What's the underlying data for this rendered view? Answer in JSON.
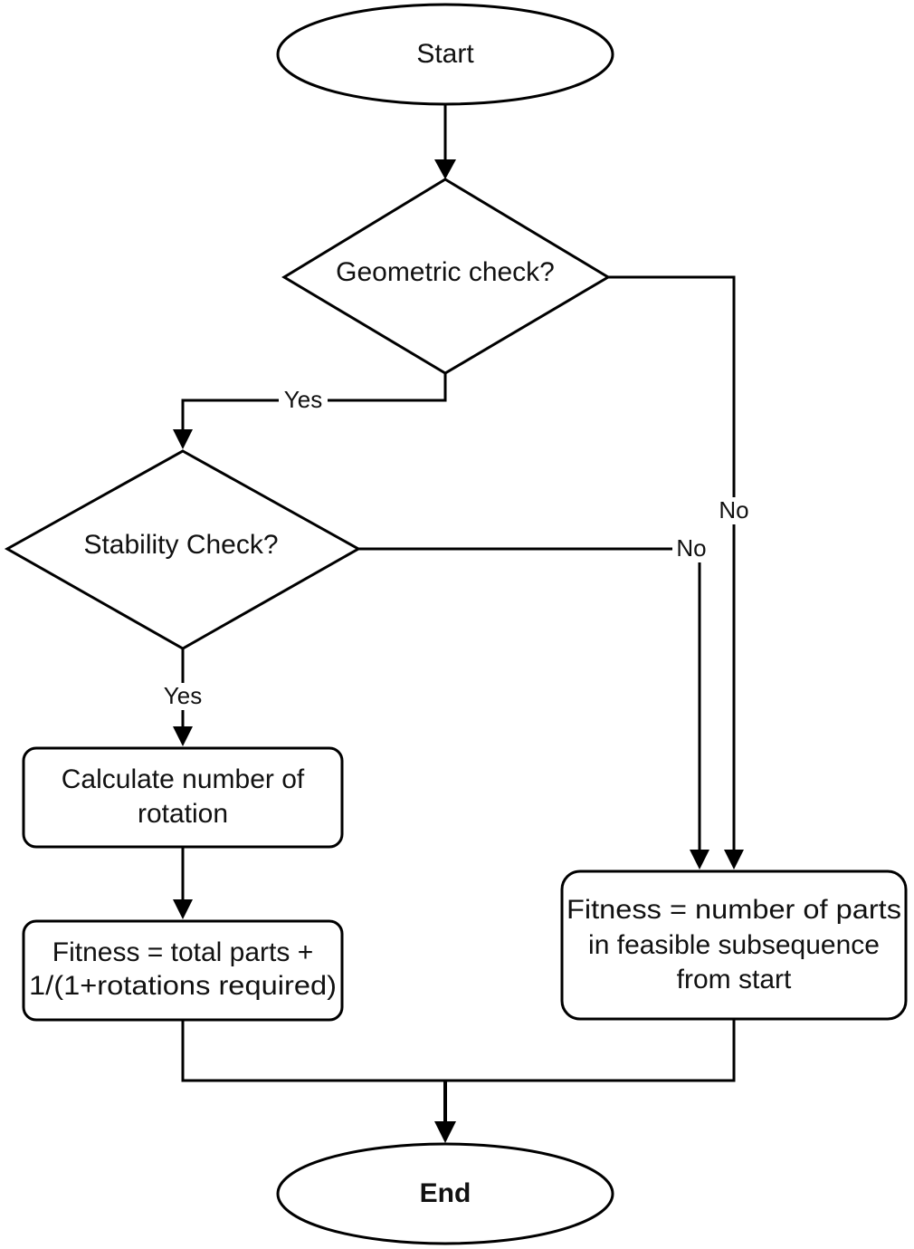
{
  "nodes": {
    "start": {
      "label": "Start"
    },
    "geometric_check": {
      "label": "Geometric check?"
    },
    "stability_check": {
      "label": "Stability Check?"
    },
    "calc_rotation": {
      "lines": [
        "Calculate number of",
        "rotation"
      ]
    },
    "fitness_total": {
      "lines": [
        "Fitness = total parts +",
        "1/(1+rotations required)"
      ]
    },
    "fitness_feasible": {
      "lines": [
        "Fitness = number of parts",
        "in feasible subsequence",
        "from start"
      ]
    },
    "end": {
      "label": "End"
    }
  },
  "edges": {
    "geometric_yes": "Yes",
    "geometric_no": "No",
    "stability_yes": "Yes",
    "stability_no": "No"
  }
}
